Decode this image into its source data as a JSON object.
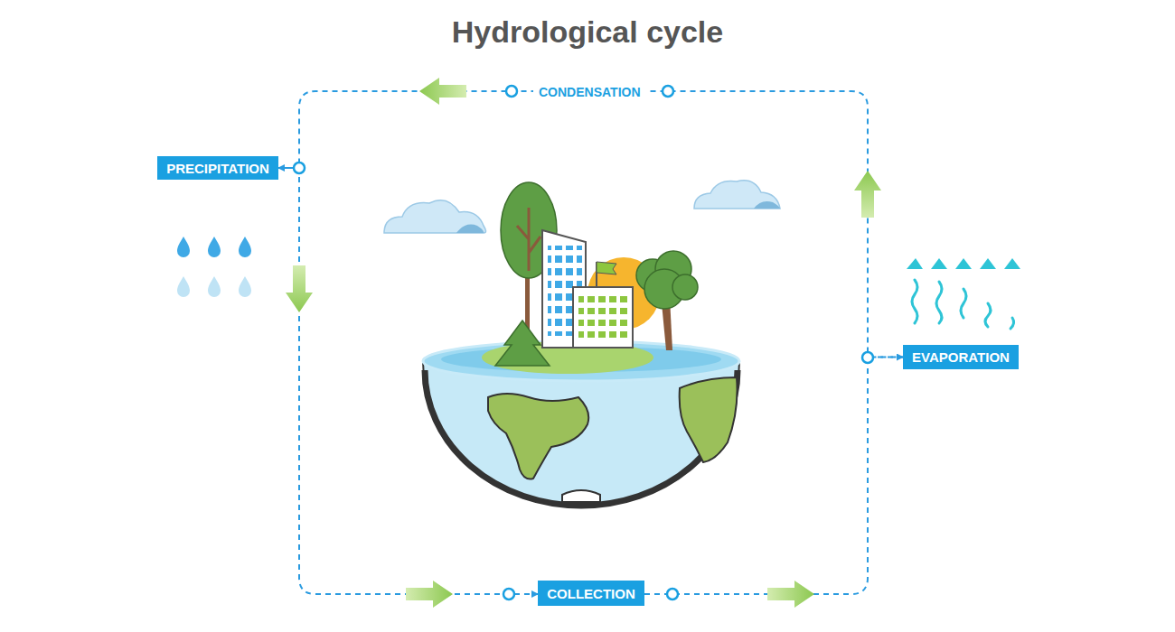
{
  "diagram": {
    "title": "Hydrological cycle",
    "nodes": [
      {
        "text": [
          "PRECIPITATION"
        ]
      },
      {
        "text": [
          "EVAPORATION"
        ]
      },
      {
        "text": [
          "COLLECTION"
        ]
      }
    ],
    "edges": [
      {
        "from": 0,
        "to": 2,
        "arrow": "to"
      },
      {
        "from": 2,
        "to": 1,
        "arrow": "to"
      },
      {
        "from": 1,
        "to": 0,
        "label": "CONDENSATION",
        "arrow": "to"
      }
    ]
  }
}
